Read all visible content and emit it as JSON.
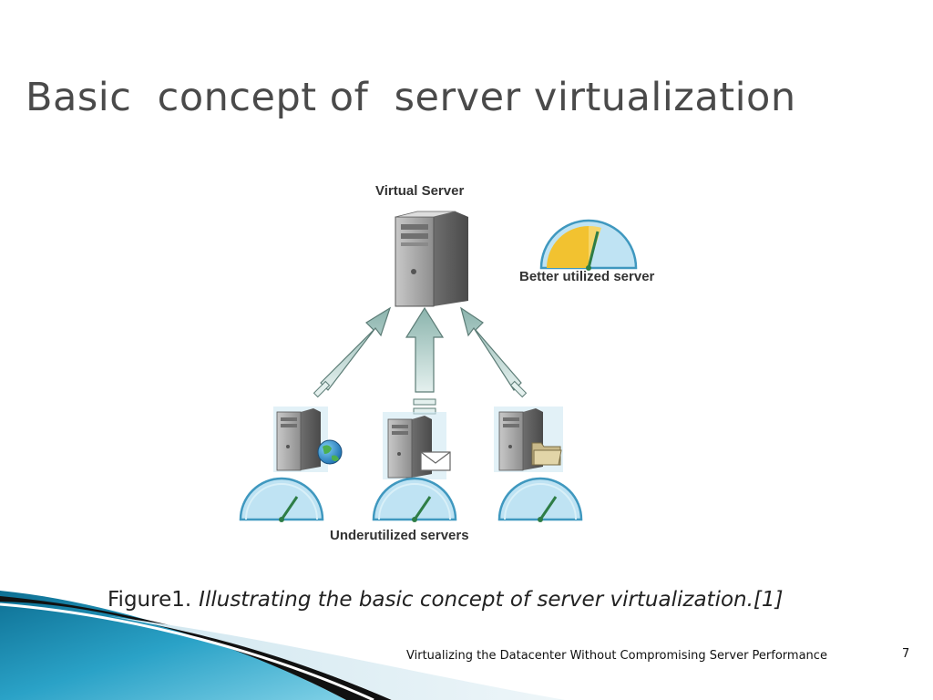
{
  "slide": {
    "title": "Basic  concept of  server virtualization",
    "caption_label": "Figure1.",
    "caption_text": "Illustrating the basic concept of server virtualization.[1]",
    "footer": "Virtualizing the Datacenter Without Compromising Server Performance",
    "page_number": "7"
  },
  "diagram": {
    "virtual_server_label": "Virtual Server",
    "better_utilized_label": "Better utilized server",
    "underutilized_label": "Underutilized servers",
    "small_servers": [
      {
        "role": "web",
        "icon": "globe-icon"
      },
      {
        "role": "mail",
        "icon": "envelope-icon"
      },
      {
        "role": "file",
        "icon": "folder-icon"
      }
    ],
    "gauges": {
      "better_utilized_level": 0.55,
      "underutilized_level": 0.6
    },
    "colors": {
      "gauge_light": "#bfe3f3",
      "gauge_dark": "#3f98bf",
      "gauge_fill_yellow": "#f2c230",
      "needle_green": "#2e7d46",
      "arrow_fill": "#9fc2bc",
      "server_gray": "#9a9a9a",
      "accent_teal": "#1f8fb2"
    }
  }
}
